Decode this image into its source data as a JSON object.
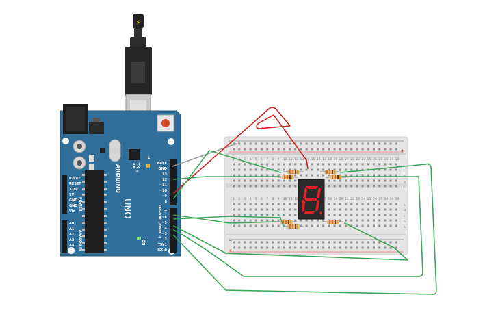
{
  "usb_cable": {
    "bolt_symbol": "⚡"
  },
  "arduino": {
    "logo_text": "ARDUINO",
    "model_text": "UNO",
    "power_header_label": "POWER",
    "analog_header_label": "ANALOG IN",
    "digital_header_label": "DIGITAL (PWM ~)",
    "on_led_label": "ON",
    "tx_label": "TX",
    "rx_label": "RX",
    "l_label": "L",
    "top_pins": [
      "AREF",
      "GND",
      "13",
      "12",
      "~11",
      "~10",
      "~9",
      "8"
    ],
    "bottom_pins": [
      "7",
      "~6",
      "~5",
      "4",
      "~3",
      "2",
      "TX▸1",
      "RX◂0"
    ],
    "power_pins": [
      "IOREF",
      "RESET",
      "3.3V",
      "5V",
      "GND",
      "GND",
      "Vin"
    ],
    "analog_pins": [
      "A0",
      "A1",
      "A2",
      "A3",
      "A4",
      "A5"
    ]
  },
  "breadboard": {
    "column_numbers": [
      "1",
      "2",
      "3",
      "4",
      "5",
      "6",
      "7",
      "8",
      "9",
      "10",
      "11",
      "12",
      "13",
      "14",
      "15",
      "16",
      "17",
      "18",
      "19",
      "20",
      "21",
      "22",
      "23",
      "24",
      "25",
      "26",
      "27",
      "28",
      "29",
      "30"
    ],
    "row_letters_top": [
      "j",
      "i",
      "h",
      "g",
      "f"
    ],
    "row_letters_bottom": [
      "e",
      "d",
      "c",
      "b",
      "a"
    ],
    "plus_sign": "+",
    "minus_sign": "−"
  },
  "display": {
    "digit": "8"
  },
  "colors": {
    "board": "#2f6f99",
    "breadboard": "#e5e5e5",
    "wire_green": "#3aa655",
    "wire_red": "#d02020",
    "wire_gray": "#9a9a9a",
    "segment": "#e0202a"
  }
}
